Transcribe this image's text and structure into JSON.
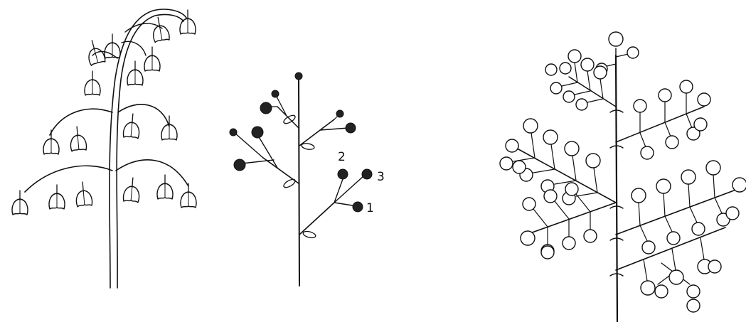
{
  "figure": {
    "panels": [
      {
        "id": "panel-drooping-raceme",
        "flower_style": "bell"
      },
      {
        "id": "panel-raceme-labeled",
        "flower_style": "dark-bud",
        "labels": [
          "2",
          "3",
          "1"
        ]
      },
      {
        "id": "panel-compound-raceme",
        "flower_style": "circle"
      }
    ],
    "ink_color": "#111111",
    "background": "#ffffff"
  }
}
